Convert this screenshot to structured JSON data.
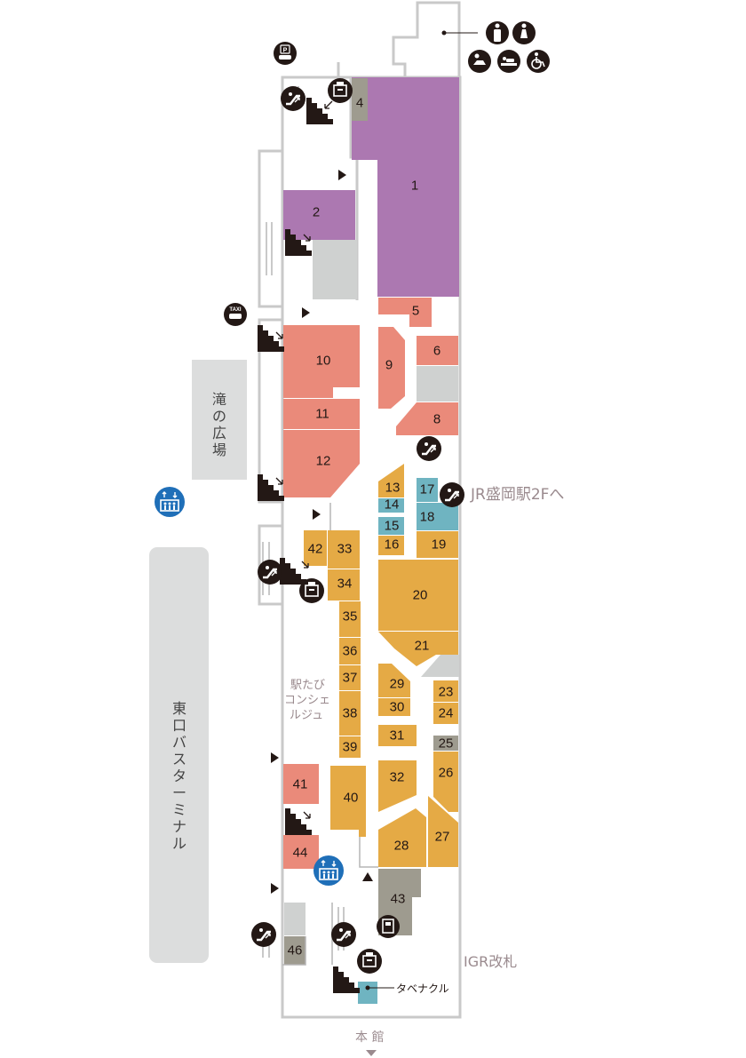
{
  "colors": {
    "purple": "#ac78b1",
    "salmon": "#ea8a7a",
    "orange": "#e5aa45",
    "teal": "#6fb4c1",
    "gray_shop": "#9e9b8f",
    "gray_area": "#cfd1d0",
    "plaza_gray": "#dcdddd",
    "wall": "#c9c9c9",
    "icon": "#231815",
    "elevator_blue": "#1f6fb8",
    "label_gray": "#9a8a8e"
  },
  "stores": [
    "1",
    "2",
    "4",
    "5",
    "6",
    "8",
    "9",
    "10",
    "11",
    "12",
    "13",
    "14",
    "15",
    "16",
    "17",
    "18",
    "19",
    "20",
    "21",
    "23",
    "24",
    "25",
    "26",
    "27",
    "28",
    "29",
    "30",
    "31",
    "32",
    "33",
    "34",
    "35",
    "36",
    "37",
    "38",
    "39",
    "40",
    "41",
    "42",
    "43",
    "44",
    "46"
  ],
  "labels": {
    "plaza": [
      "滝",
      "の",
      "広",
      "場"
    ],
    "bus_terminal": [
      "東",
      "口",
      "バ",
      "ス",
      "タ",
      "ー",
      "ミ",
      "ナ",
      "ル"
    ],
    "jr_link": "JR盛岡駅2Fへ",
    "igr": "IGR改札",
    "concierge": [
      "駅たび",
      "コンシェ",
      "ルジュ"
    ],
    "tabenakuru": "タベナクル",
    "main_building": "本 館",
    "taxi": "TAXI"
  },
  "icons": [
    "male-restroom-icon",
    "female-restroom-icon",
    "baby-care-icon",
    "diaper-changing-icon",
    "wheelchair-icon",
    "parking-icon",
    "taxi-icon",
    "escalator-icon",
    "stairs-icon",
    "coin-locker-icon",
    "elevator-icon",
    "atm-icon"
  ]
}
